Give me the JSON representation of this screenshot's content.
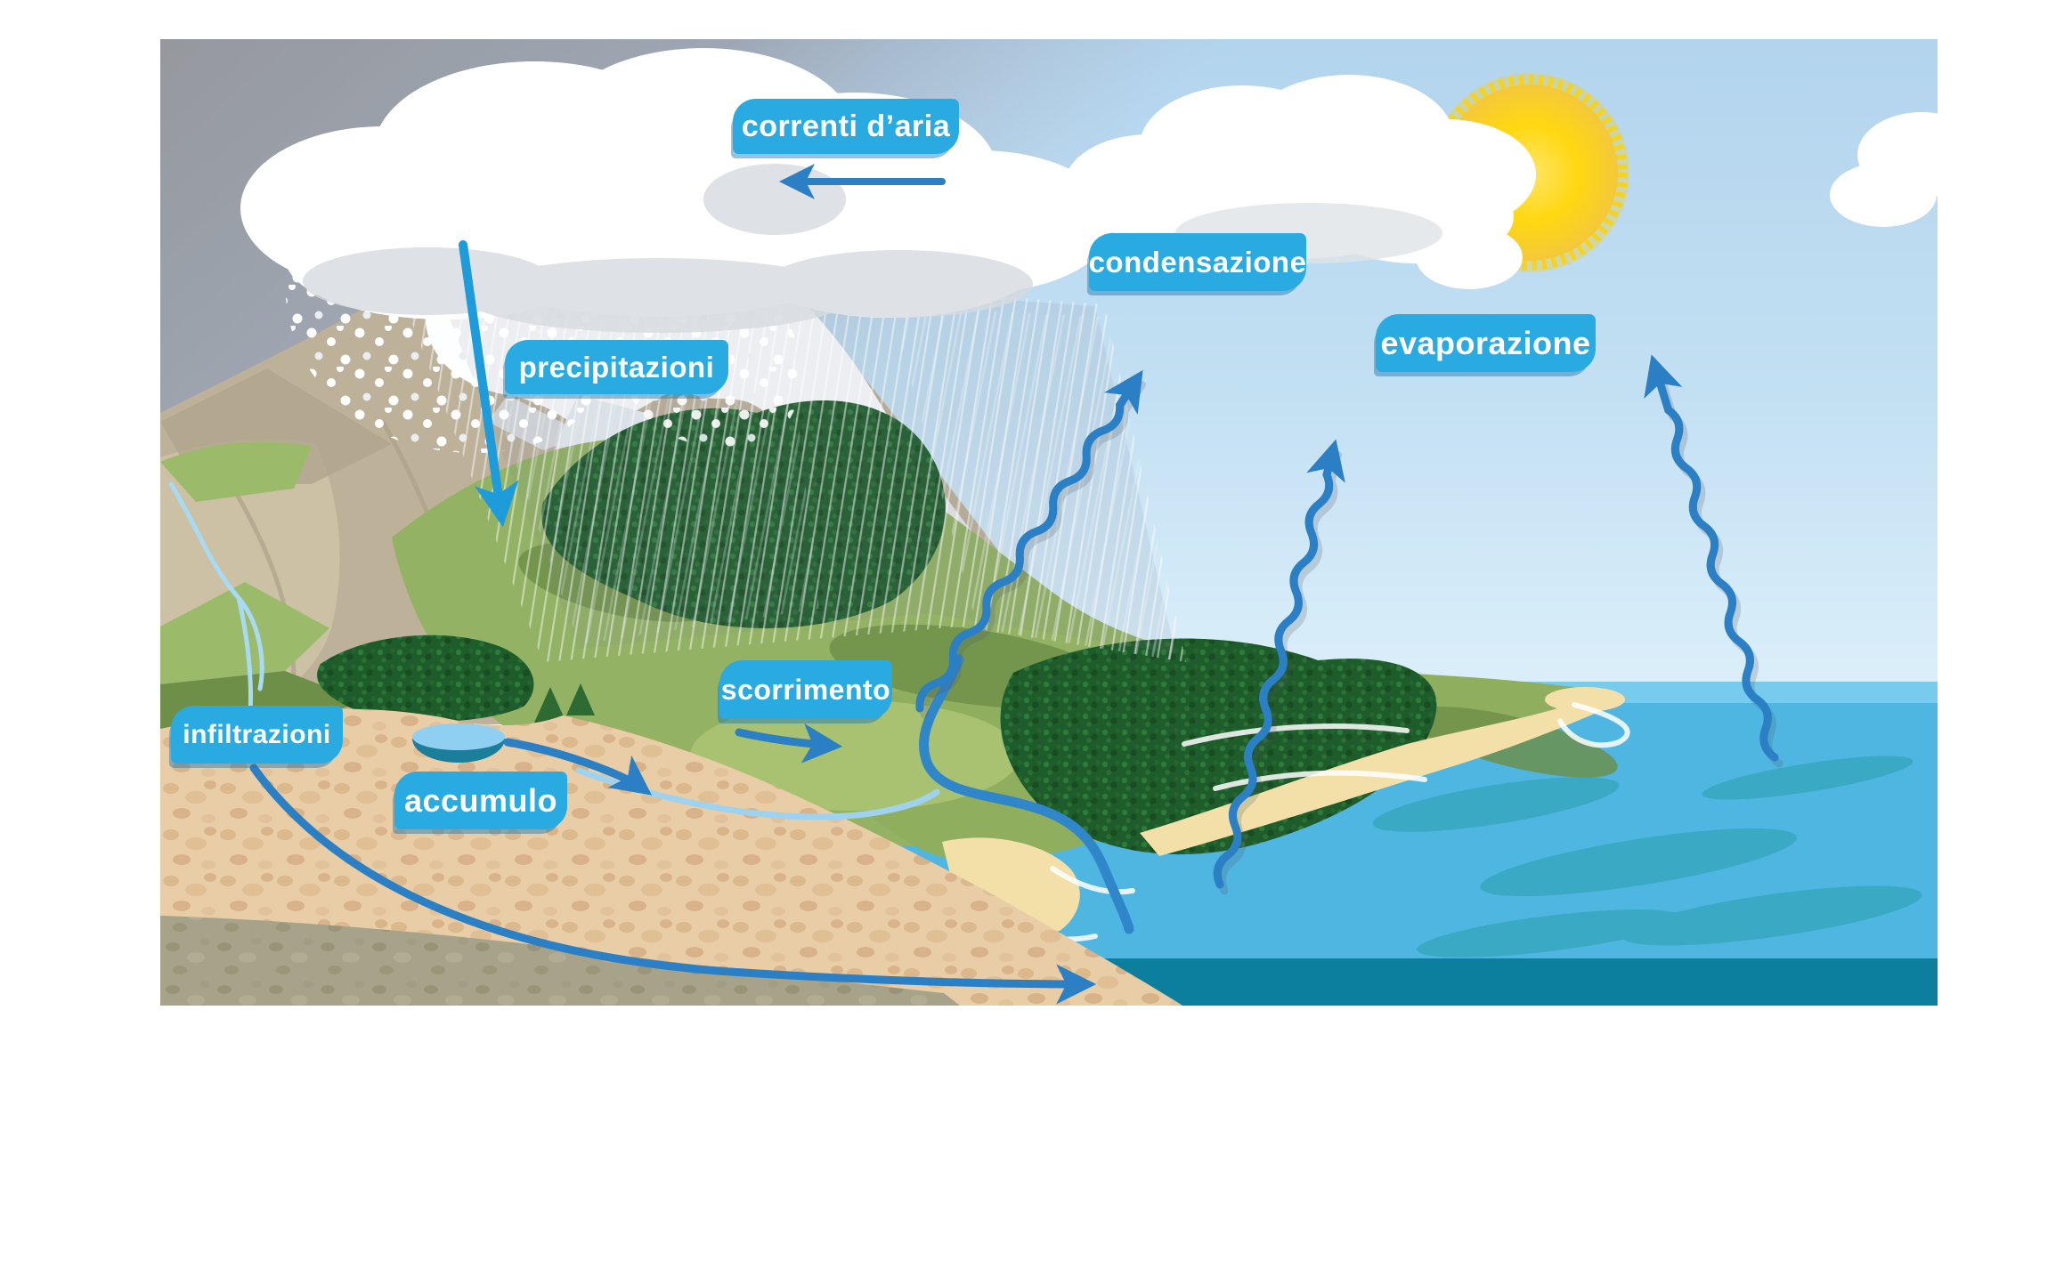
{
  "figure": {
    "alt": "Diagramma illustrato del ciclo dell'acqua",
    "labels": {
      "air_currents": "correnti d’aria",
      "condensation": "condensazione",
      "evaporation": "evaporazione",
      "precipitation": "precipitazioni",
      "runoff": "scorrimento",
      "infiltration": "infiltrazioni",
      "accumulation": "accumulo"
    },
    "arrows": [
      {
        "name": "correnti d’aria",
        "type": "straight",
        "direction": "left"
      },
      {
        "name": "precipitazioni",
        "type": "straight",
        "direction": "down"
      },
      {
        "name": "evaporazione",
        "type": "wavy",
        "direction": "up",
        "count": 3
      },
      {
        "name": "scorrimento",
        "type": "straight",
        "direction": "right"
      },
      {
        "name": "accumulo",
        "type": "curve",
        "direction": "down-right"
      },
      {
        "name": "infiltrazioni",
        "type": "curve",
        "direction": "down-right"
      }
    ],
    "colors": {
      "label_bg": "#29abe2",
      "label_text": "#ffffff",
      "arrow": "#2b7fc4",
      "arrow_bright": "#1d9cd9",
      "sun": "#ffd200",
      "sky": "#b7d7ef",
      "gray_sky": "#97999e",
      "sea": "#4fb6e2",
      "sea_deep": "#0d7f9e",
      "sand": "#e9cda6",
      "forest": "#1e5c2b",
      "grass": "#93b263"
    }
  }
}
